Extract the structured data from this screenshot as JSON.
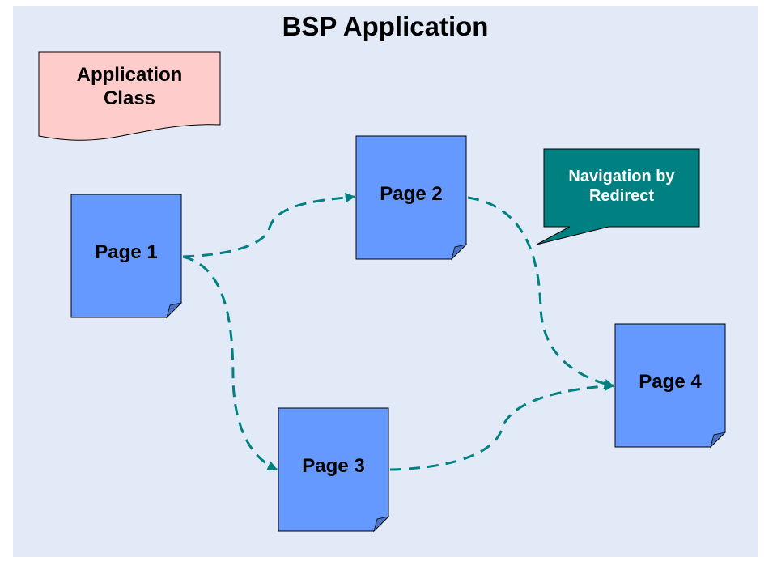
{
  "title": "BSP Application",
  "application_class": {
    "label_line1": "Application",
    "label_line2": "Class",
    "fill": "#FFCCCC"
  },
  "pages": [
    {
      "id": "page1",
      "label": "Page 1"
    },
    {
      "id": "page2",
      "label": "Page 2"
    },
    {
      "id": "page3",
      "label": "Page 3"
    },
    {
      "id": "page4",
      "label": "Page 4"
    }
  ],
  "connections": [
    {
      "from": "Page 1",
      "to": "Page 2",
      "style": "dashed"
    },
    {
      "from": "Page 1",
      "to": "Page 3",
      "style": "dashed"
    },
    {
      "from": "Page 2",
      "to": "Page 4",
      "style": "dashed"
    },
    {
      "from": "Page 3",
      "to": "Page 4",
      "style": "dashed"
    }
  ],
  "callout": {
    "line1": "Navigation by",
    "line2": "Redirect",
    "fill": "#008080"
  },
  "colors": {
    "panel": "#E3EAF7",
    "page_fill": "#6699FF",
    "page_fold": "#4C72C4",
    "arrow": "#008080"
  }
}
